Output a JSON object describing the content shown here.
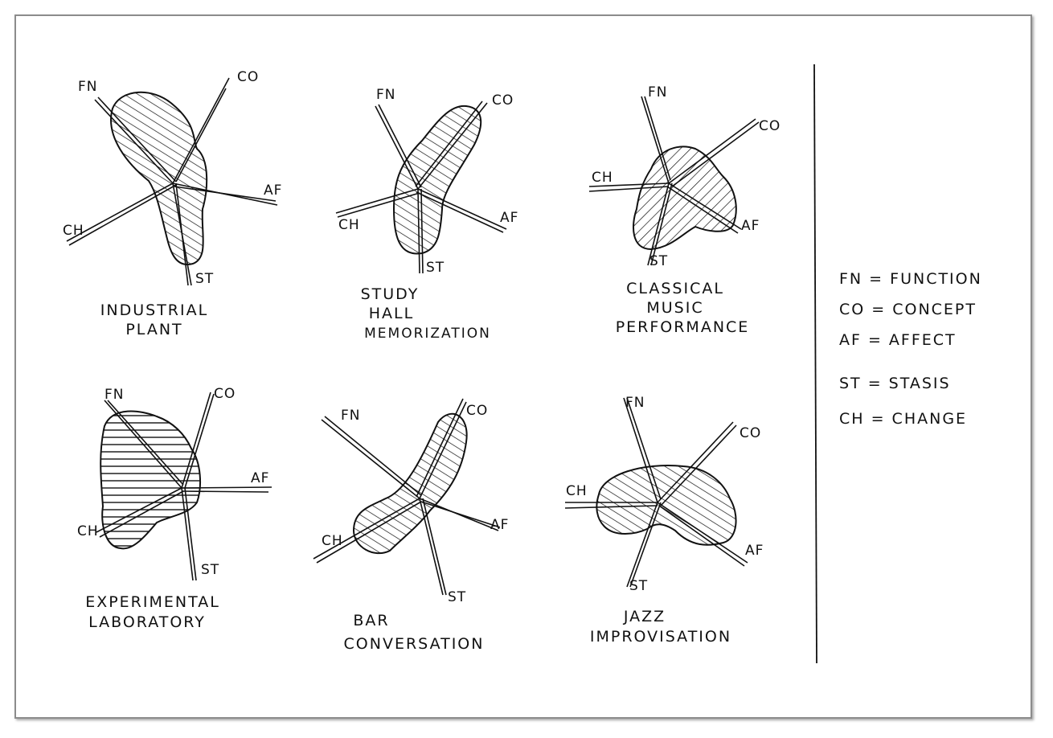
{
  "diagrams": [
    {
      "title": [
        "INDUSTRIAL",
        "PLANT"
      ],
      "axes": {
        "FN": "FN",
        "CO": "CO",
        "AF": "AF",
        "ST": "ST",
        "CH": "CH"
      },
      "hatch": "diagonal"
    },
    {
      "title": [
        "STUDY",
        "HALL",
        "MEMORIZATION"
      ],
      "axes": {
        "FN": "FN",
        "CO": "CO",
        "AF": "AF",
        "ST": "ST",
        "CH": "CH"
      },
      "hatch": "diagonal"
    },
    {
      "title": [
        "CLASSICAL",
        "MUSIC",
        "PERFORMANCE"
      ],
      "axes": {
        "FN": "FN",
        "CO": "CO",
        "AF": "AF",
        "ST": "ST",
        "CH": "CH"
      },
      "hatch": "back-diagonal"
    },
    {
      "title": [
        "EXPERIMENTAL",
        "LABORATORY"
      ],
      "axes": {
        "FN": "FN",
        "CO": "CO",
        "AF": "AF",
        "ST": "ST",
        "CH": "CH"
      },
      "hatch": "horizontal"
    },
    {
      "title": [
        "BAR",
        "CONVERSATION"
      ],
      "axes": {
        "FN": "FN",
        "CO": "CO",
        "AF": "AF",
        "ST": "ST",
        "CH": "CH"
      },
      "hatch": "diagonal"
    },
    {
      "title": [
        "JAZZ",
        "IMPROVISATION"
      ],
      "axes": {
        "FN": "FN",
        "CO": "CO",
        "AF": "AF",
        "ST": "ST",
        "CH": "CH"
      },
      "hatch": "diagonal"
    }
  ],
  "legend": [
    "FN = FUNCTION",
    "CO = CONCEPT",
    "AF = AFFECT",
    "ST = STASIS",
    "CH = CHANGE"
  ]
}
